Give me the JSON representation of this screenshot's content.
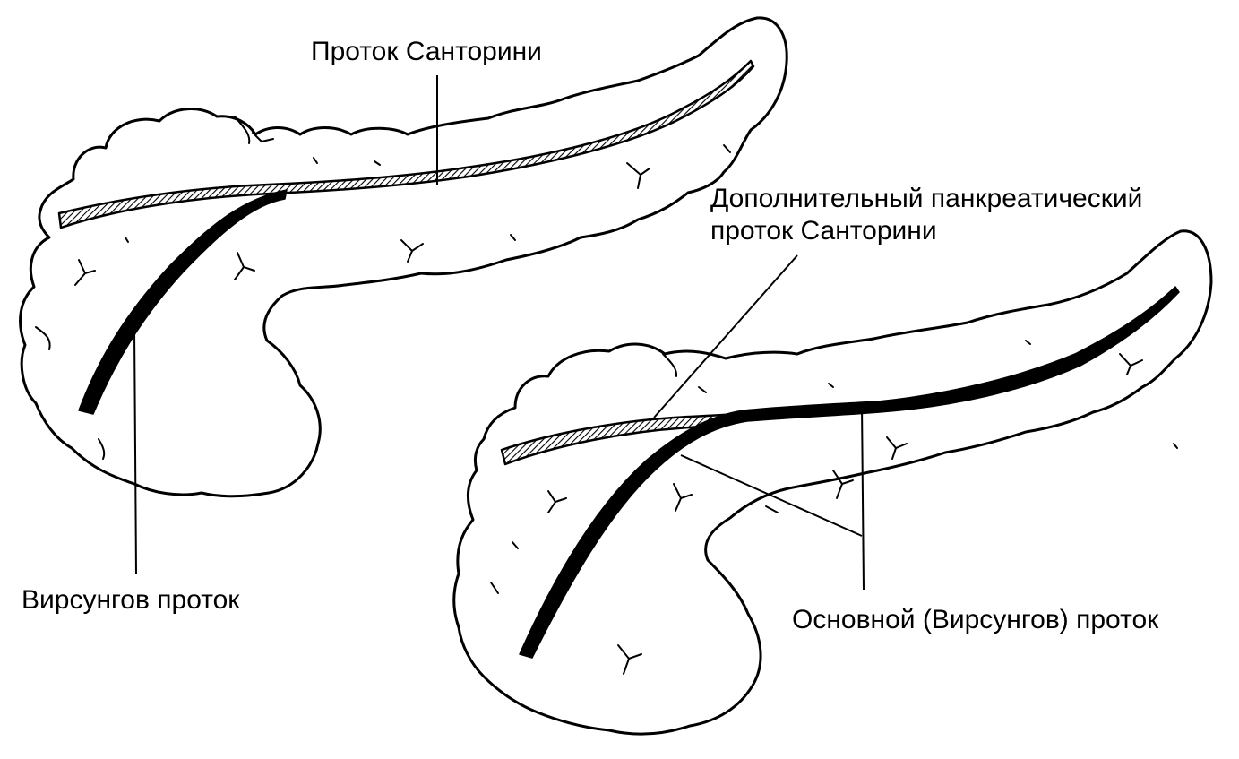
{
  "labels": {
    "santorini_duct": "Проток Санторини",
    "wirsung_duct": "Вирсунгов проток",
    "accessory_duct_line1": "Дополнительный панкреатический",
    "accessory_duct_line2": "проток Санторини",
    "main_duct": "Основной (Вирсунгов) проток"
  },
  "colors": {
    "outline": "#000000",
    "background": "#ffffff"
  }
}
